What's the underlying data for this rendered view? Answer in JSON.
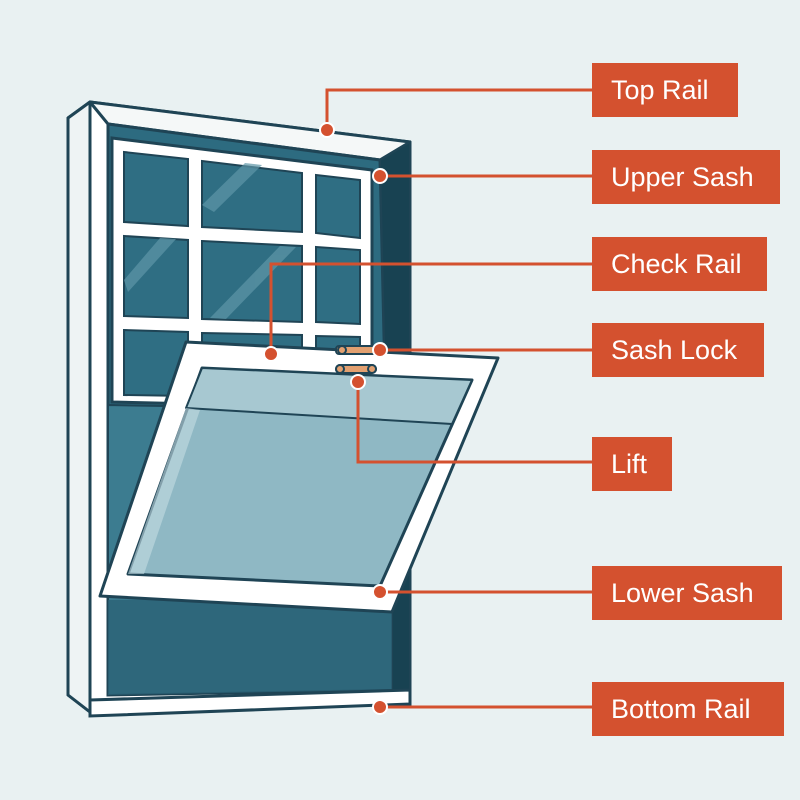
{
  "diagram": {
    "colors": {
      "background": "#e9f1f2",
      "frame": "#ffffff",
      "outline": "#1f4455",
      "glass_dark": "#2d6b80",
      "glass_mid": "#3c7c90",
      "glass_light": "#5f97a8",
      "accent": "#d4512f"
    },
    "labels": {
      "top_rail": "Top Rail",
      "upper_sash": "Upper Sash",
      "check_rail": "Check Rail",
      "sash_lock": "Sash Lock",
      "lift": "Lift",
      "lower_sash": "Lower Sash",
      "bottom_rail": "Bottom Rail"
    }
  }
}
